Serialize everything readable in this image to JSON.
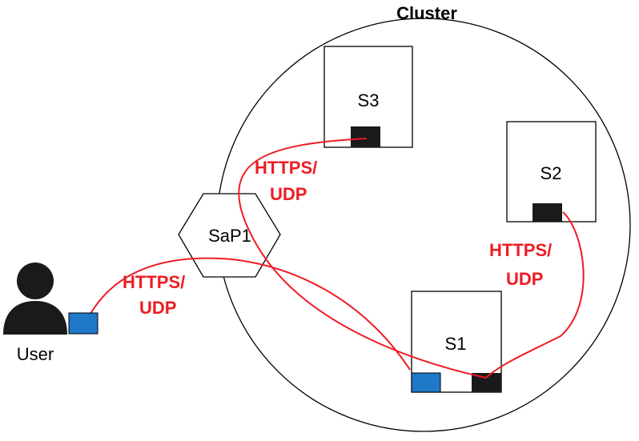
{
  "cluster": {
    "label": "Cluster"
  },
  "servers": {
    "s1": {
      "label": "S1"
    },
    "s2": {
      "label": "S2"
    },
    "s3": {
      "label": "S3"
    }
  },
  "sap": {
    "label": "SaP1"
  },
  "user": {
    "label": "User"
  },
  "links": {
    "user_sap": {
      "line1": "HTTPS/",
      "line2": "UDP"
    },
    "sap_s3": {
      "line1": "HTTPS/",
      "line2": "UDP"
    },
    "s2_s1": {
      "line1": "HTTPS/",
      "line2": "UDP"
    }
  },
  "colors": {
    "link": "#ed1c24",
    "port_blue": "#1f78c8",
    "port_black": "#1a1a1a",
    "user_icon": "#1a1a1a"
  }
}
